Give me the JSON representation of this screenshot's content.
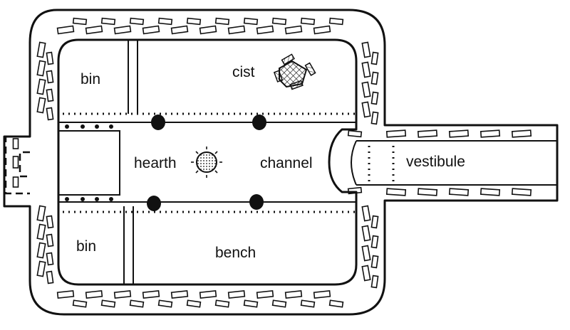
{
  "labels": {
    "bin_top": "bin",
    "cist": "cist",
    "hearth": "hearth",
    "channel": "channel",
    "vestibule": "vestibule",
    "bin_bottom": "bin",
    "bench": "bench"
  },
  "colors": {
    "ink": "#111111",
    "paper": "#ffffff"
  }
}
